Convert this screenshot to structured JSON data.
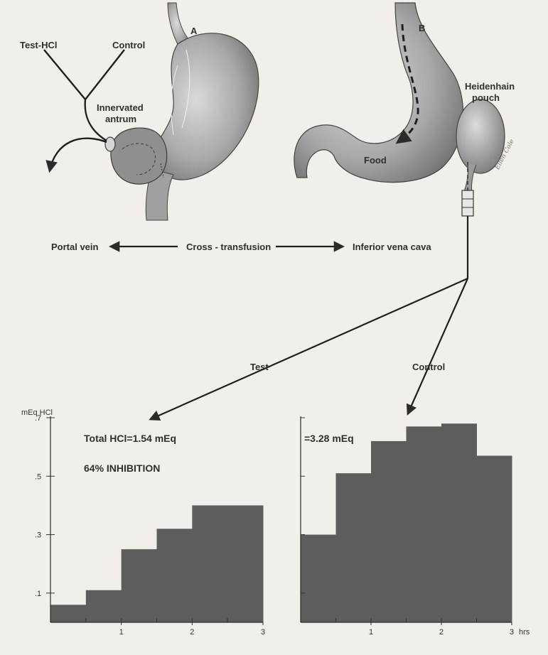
{
  "labels": {
    "test_hcl": "Test-HCl",
    "control_top": "Control",
    "panel_a": "A",
    "panel_b": "B",
    "innervated_line1": "Innervated",
    "innervated_line2": "antrum",
    "heidenhain_line1": "Heidenhain",
    "heidenhain_line2": "pouch",
    "food": "Food",
    "signature": "Ellen Cole",
    "portal_vein": "Portal vein",
    "cross_transfusion": "Cross - transfusion",
    "inferior_vena_cava": "Inferior vena cava",
    "test": "Test",
    "control": "Control"
  },
  "colors": {
    "background": "#f1efe9",
    "bar_fill": "#5d5d5d",
    "stomach_fill": "#9c9c9c",
    "stomach_light": "#d8d8d8",
    "ink": "#2b2b2b"
  },
  "chart_data": [
    {
      "type": "bar",
      "style": "step histogram",
      "ylabel": "mEq HCl",
      "xlabel": "",
      "x_unit": "",
      "x_ticks": [
        "1",
        "2",
        "3"
      ],
      "y_ticks": [
        ".1",
        ".3",
        ".5",
        ".7"
      ],
      "xlim": [
        0,
        3
      ],
      "ylim": [
        0,
        0.7
      ],
      "bin_width": 0.5,
      "values": [
        0.06,
        0.11,
        0.25,
        0.32,
        0.4,
        0.4
      ],
      "annotations": [
        "Total HCl=1.54 mEq",
        "64% INHIBITION"
      ]
    },
    {
      "type": "bar",
      "style": "step histogram",
      "ylabel": "",
      "xlabel": "",
      "x_unit": "hrs",
      "x_ticks": [
        "1",
        "2",
        "3"
      ],
      "y_ticks": [],
      "xlim": [
        0,
        3
      ],
      "ylim": [
        0,
        0.7
      ],
      "bin_width": 0.5,
      "values": [
        0.3,
        0.51,
        0.62,
        0.67,
        0.68,
        0.57
      ],
      "annotations": [
        "=3.28 mEq"
      ]
    }
  ]
}
